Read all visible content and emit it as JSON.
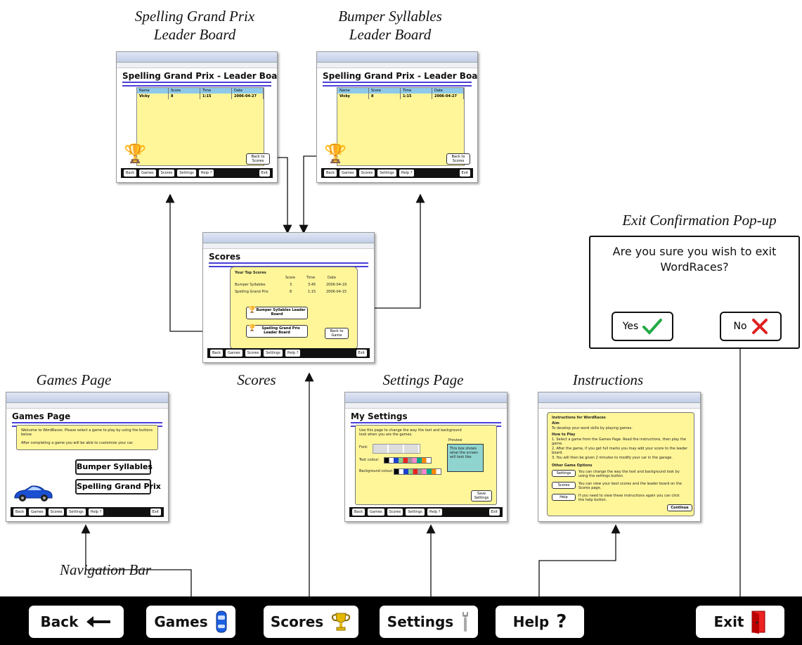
{
  "captions": {
    "spelling_lb": [
      "Spelling Grand Prix",
      "Leader Board"
    ],
    "bumper_lb": [
      "Bumper Syllables",
      "Leader Board"
    ],
    "exit_popup": "Exit Confirmation Pop-up",
    "games_page": "Games Page",
    "scores": "Scores",
    "settings_page": "Settings Page",
    "instructions": "Instructions",
    "navigation_bar": "Navigation Bar"
  },
  "leader_board": {
    "title": "Spelling Grand Prix - Leader Board",
    "headers": [
      "Name",
      "Score",
      "Time",
      "Date"
    ],
    "row": [
      "Vicky",
      "8",
      "1:15",
      "2006-04-27"
    ],
    "back_button": "Back to Scores"
  },
  "scores_page": {
    "title": "Scores",
    "panel_title": "Your Top Scores",
    "headers": [
      "Score",
      "Time",
      "Date"
    ],
    "rows": [
      [
        "Bumper Syllables",
        "3",
        "3:45",
        "2006-04-19"
      ],
      [
        "Spelling Grand Prix",
        "8",
        "1:15",
        "2006-04-15"
      ]
    ],
    "btn_bumper": "Bumper Syllables Leader Board",
    "btn_spelling": "Spelling Grand Prix Leader Board",
    "btn_back": "Back to Game"
  },
  "games_page": {
    "title": "Games Page",
    "text1": "Welcome to WordRaces. Please select a game to play by using the buttons below.",
    "text2": "After completing a game you will be able to customize your car.",
    "btn_bumper": "Bumper Syllables",
    "btn_spelling": "Spelling Grand Prix"
  },
  "settings_page": {
    "title": "My Settings",
    "intro": "Use this page to change the way the text and background look when you are the games.",
    "font_label": "Font:",
    "text_colour": "Text colour:",
    "bg_colour": "Background colour:",
    "preview_label": "Preview",
    "preview_text": "This box shows what the screen will look like.",
    "save": "Save Settings"
  },
  "instructions_page": {
    "title": "Instructions for WordRaces",
    "aim_h": "Aim",
    "aim": "To develop your word skills by playing games.",
    "how_h": "How to Play",
    "how1": "1. Select a game from the Games Page. Read the instructions, then play the game.",
    "how2": "2. After the game, if you get full marks you may add your score to the leader board.",
    "how3": "3. You will then be given 2 minutes to modify your car in the garage.",
    "other_h": "Other Game Options",
    "opt1": "You can change the way the text and background look by using the settings button.",
    "opt2": "You can view your best scores and the leader board on the Scores page.",
    "opt3": "If you need to view these instructions again you can click the help button.",
    "continue": "Continue"
  },
  "mini_nav": [
    "Back",
    "Games",
    "Scores",
    "Settings",
    "Help ?",
    "Exit"
  ],
  "exit_popup": {
    "message_line1": "Are you sure you wish to exit",
    "message_line2": "WordRaces?",
    "yes": "Yes",
    "no": "No"
  },
  "navbar": {
    "back": "Back",
    "games": "Games",
    "scores": "Scores",
    "settings": "Settings",
    "help": "Help",
    "help_glyph": "?",
    "exit": "Exit"
  },
  "colors": {
    "accent_rule": "#4a3fd6",
    "panel_yellow": "#fff69a",
    "table_header": "#8fc9ea",
    "yes_check": "#22aa44",
    "no_x": "#e02020"
  }
}
